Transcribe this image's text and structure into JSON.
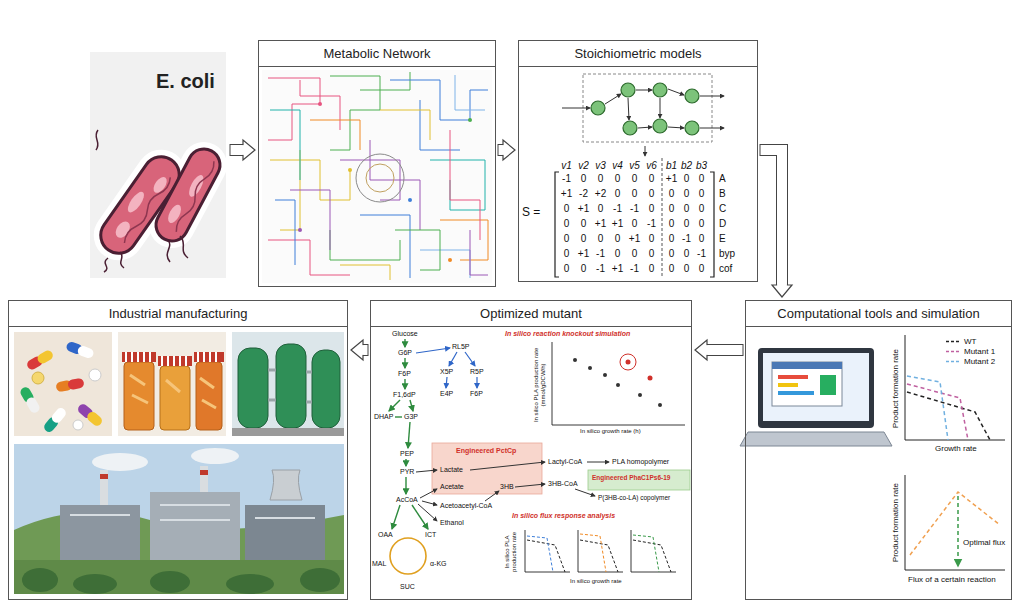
{
  "diagram": {
    "nodes": [
      {
        "text": [
          "E. coli"
        ]
      },
      {
        "text": [
          "Metabolic Network"
        ]
      },
      {
        "text": [
          "Stoichiometric models"
        ]
      },
      {
        "text": [
          "Computational tools and simulation"
        ]
      },
      {
        "text": [
          "Optimized mutant"
        ]
      },
      {
        "text": [
          "Industrial manufacturing"
        ]
      }
    ],
    "edges": [
      {
        "from": 0,
        "to": 1,
        "arrow": "to"
      },
      {
        "from": 1,
        "to": 2,
        "arrow": "to"
      },
      {
        "from": 2,
        "to": 3,
        "arrow": "to"
      },
      {
        "from": 3,
        "to": 4,
        "arrow": "to"
      },
      {
        "from": 4,
        "to": 5,
        "arrow": "to"
      }
    ],
    "labels": [
      "S =",
      "v1",
      "v2",
      "v3",
      "v4",
      "v5",
      "v6",
      "b1",
      "b2",
      "b3",
      "-1",
      "0",
      "0",
      "0",
      "0",
      "0",
      "+1",
      "0",
      "0",
      "A",
      "+1",
      "-2",
      "+2",
      "0",
      "0",
      "0",
      "0",
      "0",
      "0",
      "B",
      "0",
      "+1",
      "0",
      "-1",
      "-1",
      "0",
      "0",
      "0",
      "0",
      "C",
      "0",
      "0",
      "+1",
      "+1",
      "0",
      "-1",
      "0",
      "0",
      "0",
      "D",
      "0",
      "0",
      "0",
      "0",
      "+1",
      "0",
      "0",
      "-1",
      "0",
      "E",
      "0",
      "+1",
      "-1",
      "0",
      "0",
      "0",
      "0",
      "0",
      "-1",
      "byp",
      "0",
      "0",
      "-1",
      "+1",
      "-1",
      "0",
      "0",
      "0",
      "0",
      "cof",
      "Product formation rate",
      "Growth rate",
      "Product formation rate",
      "Flux of a certain reaction",
      "Optimal flux",
      "Glucose",
      "G6P",
      "F6P",
      "F1,6dP",
      "DHAP",
      "G3P",
      "PEP",
      "PYR",
      "AcCoA",
      "OAA",
      "ICT",
      "MAL",
      "α-KG",
      "SUC",
      "RL5P",
      "X5P",
      "R5P",
      "E4P",
      "F6P",
      "Lactate",
      "Acetate",
      "3HB",
      "Acetoacetyl-CoA",
      "Ethanol",
      "Engineered PctCp",
      "Lactyl-CoA",
      "PLA homopolymer",
      "3HB-CoA",
      "Engineered PhaC1Ps6-19",
      "P(3HB-co-LA) copolymer",
      "In silico reaction knockout simulation",
      "In silico PLA production rate (mmol/gDCW/h)",
      "In silico growth rate (h)",
      "In silico flux response analysis",
      "In silico PLA production rate",
      "In silico growth rate"
    ],
    "legend": [
      {
        "text": "WT"
      },
      {
        "text": "Mutant 1"
      },
      {
        "text": "Mutant 2"
      }
    ]
  }
}
